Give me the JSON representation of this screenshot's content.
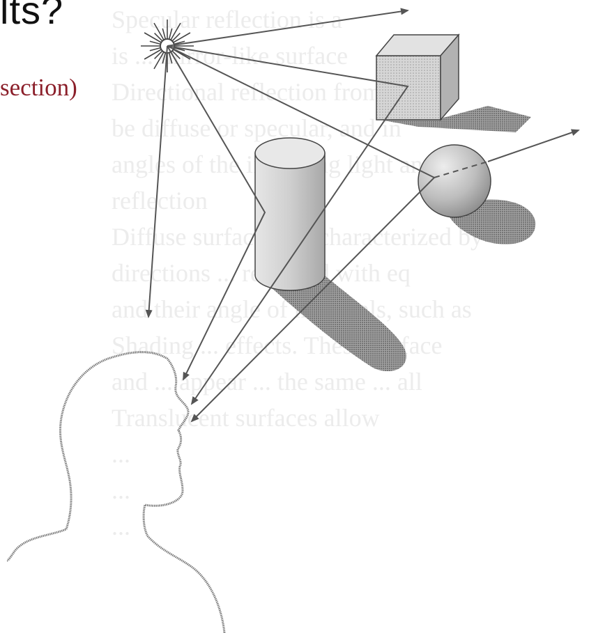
{
  "slide": {
    "title_fragment": "lts?",
    "subtitle_fragment": "section)"
  },
  "colors": {
    "subtitle": "#8b1f2a",
    "ray": "#555555",
    "shape_fill": "#cfcfcf",
    "shadow": "#8a8a8a",
    "outline": "#444444",
    "background_text": "#ececec"
  },
  "background_text_lines": [
    "Specular reflection is a",
    "is ... mirror-like surface",
    "Directional reflection from surfa",
    "be diffuse or specular, and in",
    "angles of the incoming light and",
    "reflection",
    "Diffuse surfaces are characterized by",
    "directions ... reflected with eq",
    "and their angle of materials, such as",
    "Shading ... effects. These surface",
    "and ... appear ... the same ... all",
    "Translucent surfaces allow",
    "...",
    "...",
    "..."
  ],
  "diagram": {
    "light_source": {
      "icon": "sun-starburst"
    },
    "objects": [
      "cube",
      "cylinder",
      "sphere"
    ],
    "viewer": {
      "icon": "head-silhouette"
    }
  }
}
